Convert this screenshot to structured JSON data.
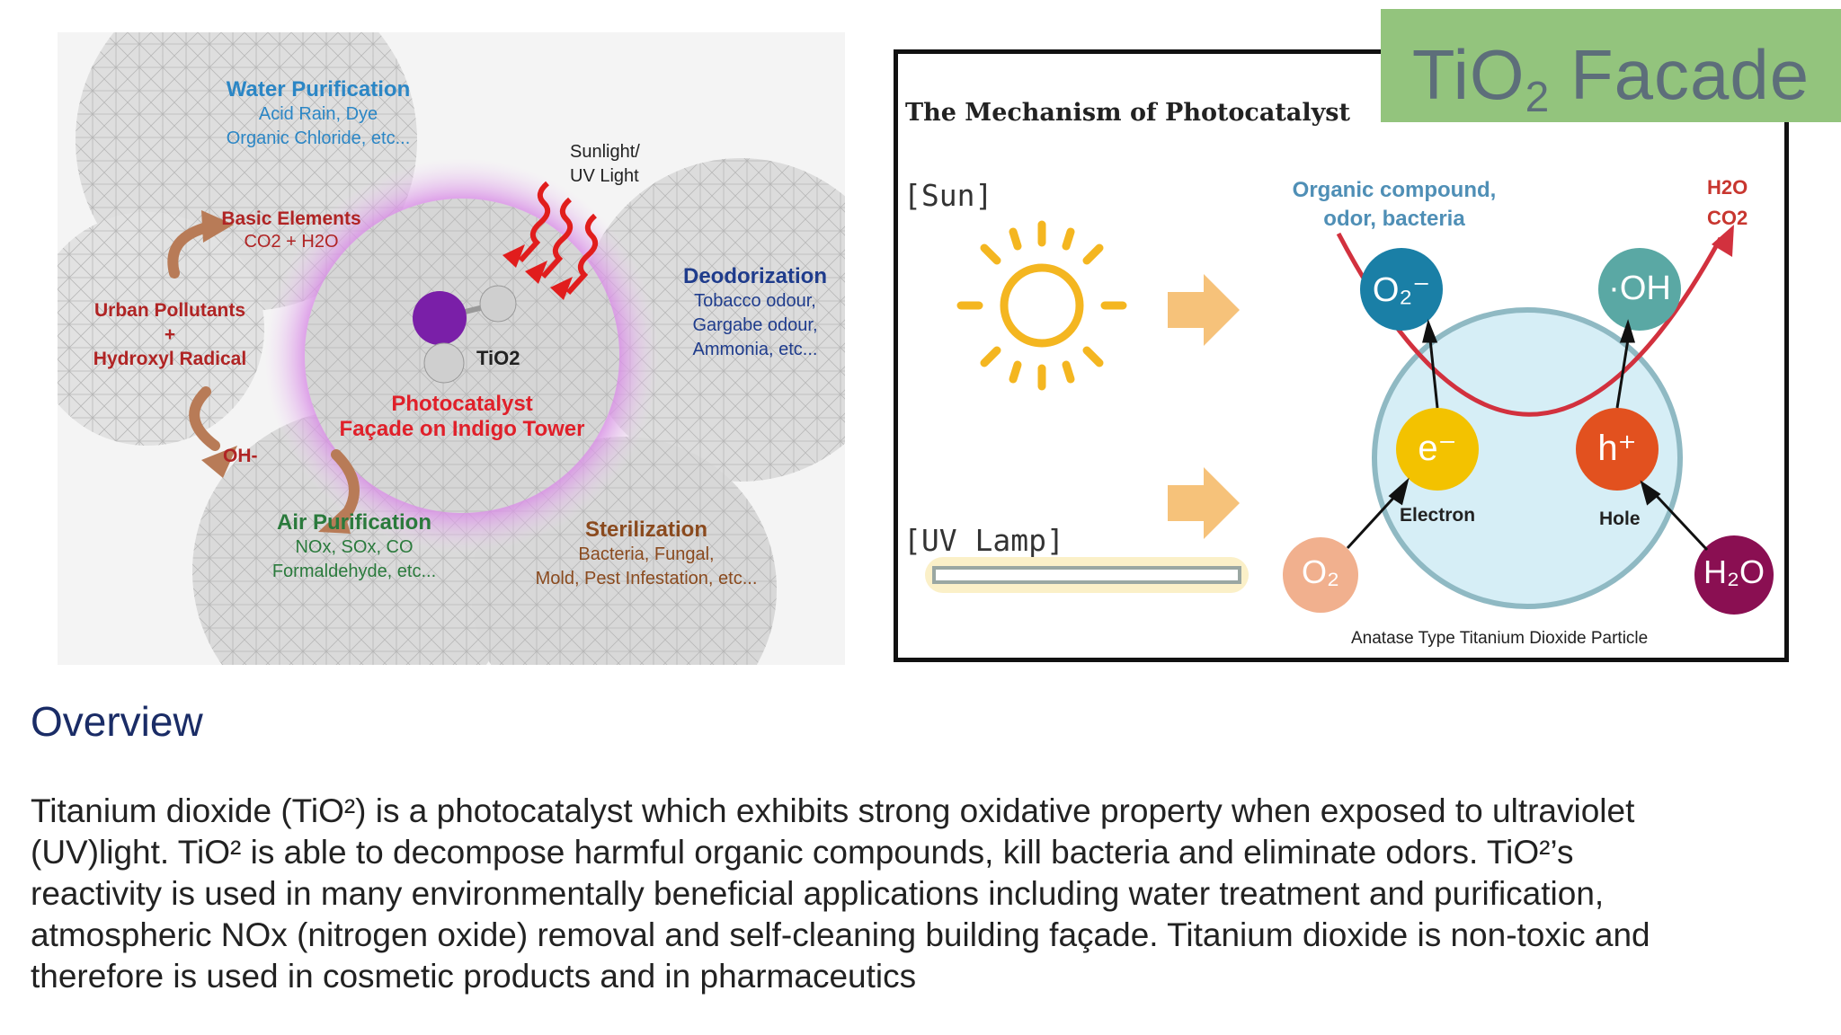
{
  "left_figure": {
    "water": {
      "title": "Water Purification",
      "line1": "Acid Rain, Dye",
      "line2": "Organic Chloride, etc..."
    },
    "basic": {
      "title": "Basic Elements",
      "sub": "CO2 + H2O"
    },
    "sunlight": {
      "line1": "Sunlight/",
      "line2": "UV Light"
    },
    "deodor": {
      "title": "Deodorization",
      "line1": "Tobacco odour,",
      "line2": "Gargabe odour,",
      "line3": "Ammonia, etc..."
    },
    "urban": {
      "line1": "Urban Pollutants",
      "line2": "+",
      "line3": "Hydroxyl Radical"
    },
    "tio2": "TiO2",
    "photo": {
      "line1": "Photocatalyst",
      "line2": "Façade on Indigo Tower"
    },
    "oh": "OH-",
    "air": {
      "title": "Air Purification",
      "line1": "NOx, SOx, CO",
      "line2": "Formaldehyde, etc..."
    },
    "steril": {
      "title": "Sterilization",
      "line1": "Bacteria, Fungal,",
      "line2": "Mold, Pest Infestation, etc..."
    }
  },
  "right_figure": {
    "heading": "The Mechanism of Photocatalyst",
    "sun": "[Sun]",
    "uv_lamp": "[UV  Lamp]",
    "organic": {
      "line1": "Organic compound,",
      "line2": "odor, bacteria"
    },
    "products": {
      "line1": "H2O",
      "line2": "CO2"
    },
    "o2minus": "O₂⁻",
    "oh": "·OH",
    "electron_symbol": "e⁻",
    "hole_symbol": "h⁺",
    "electron": "Electron",
    "hole": "Hole",
    "o2": "O₂",
    "h2o": "H₂O",
    "particle": "Anatase Type Titanium Dioxide Particle"
  },
  "title_badge": {
    "main": "TiO",
    "sub": "2",
    "rest": " Facade"
  },
  "overview": {
    "heading": "Overview",
    "lines": [
      "Titanium dioxide (TiO²) is a photocatalyst which exhibits strong oxidative property when exposed to ultraviolet",
      "(UV)light. TiO² is able to decompose harmful organic compounds, kill bacteria and eliminate odors. TiO²’s",
      "reactivity is used in many environmentally beneficial applications including water treatment and purification,",
      "atmospheric NOx (nitrogen oxide) removal and self-cleaning building façade. Titanium dioxide is non-toxic and",
      "therefore is used in cosmetic products and in pharmaceutics"
    ]
  },
  "colors": {
    "water": "#2b86c5",
    "basic": "#b02424",
    "deodor": "#1f3c8c",
    "air": "#2a7a3c",
    "steril": "#8a4a1e",
    "photo": "#e0202a",
    "heading": "#1a2c66",
    "badge": "#93c47d"
  }
}
